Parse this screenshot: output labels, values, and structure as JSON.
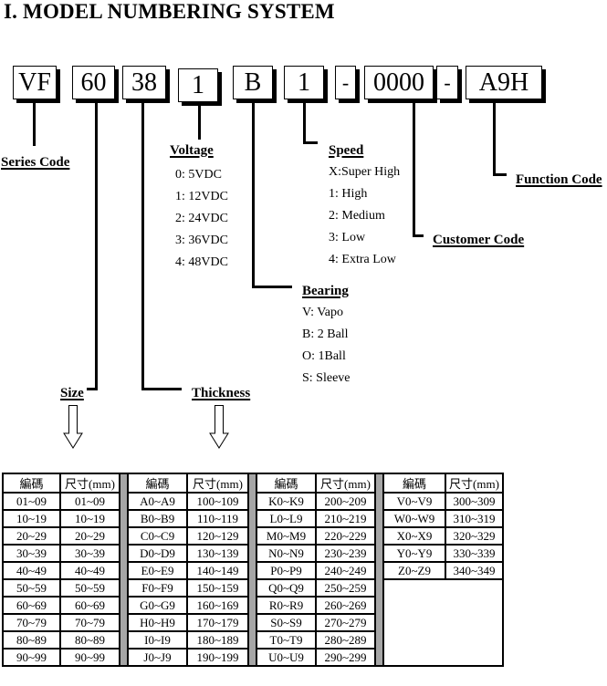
{
  "title": "I.  MODEL NUMBERING SYSTEM",
  "model_code": {
    "segments": [
      {
        "value": "VF",
        "field": "Series Code"
      },
      {
        "value": "60",
        "field": "Size"
      },
      {
        "value": "38",
        "field": "Thickness"
      },
      {
        "value": "1",
        "field": "Voltage"
      },
      {
        "value": "B",
        "field": "Bearing"
      },
      {
        "value": "1",
        "field": "Speed"
      },
      {
        "value": "-",
        "field": "separator"
      },
      {
        "value": "0000",
        "field": "Customer Code"
      },
      {
        "value": "-",
        "field": "separator"
      },
      {
        "value": "A9H",
        "field": "Function Code"
      }
    ]
  },
  "labels": {
    "series_code": "Series Code",
    "voltage": "Voltage",
    "speed": "Speed",
    "customer_code": "Customer Code",
    "function_code": "Function Code",
    "bearing": "Bearing",
    "size": "Size",
    "thickness": "Thickness"
  },
  "voltage_options": [
    "0: 5VDC",
    "1: 12VDC",
    "2: 24VDC",
    "3: 36VDC",
    "4: 48VDC"
  ],
  "speed_options": [
    "X:Super High",
    "1: High",
    "2: Medium",
    "3: Low",
    "4: Extra Low"
  ],
  "bearing_options": [
    "V: Vapo",
    "B: 2 Ball",
    "O: 1Ball",
    "S: Sleeve"
  ],
  "table": {
    "header": {
      "code": "編碼",
      "size": "尺寸(mm)"
    },
    "groups": [
      {
        "rows": [
          [
            "01~09",
            "01~09"
          ],
          [
            "10~19",
            "10~19"
          ],
          [
            "20~29",
            "20~29"
          ],
          [
            "30~39",
            "30~39"
          ],
          [
            "40~49",
            "40~49"
          ],
          [
            "50~59",
            "50~59"
          ],
          [
            "60~69",
            "60~69"
          ],
          [
            "70~79",
            "70~79"
          ],
          [
            "80~89",
            "80~89"
          ],
          [
            "90~99",
            "90~99"
          ]
        ]
      },
      {
        "rows": [
          [
            "A0~A9",
            "100~109"
          ],
          [
            "B0~B9",
            "110~119"
          ],
          [
            "C0~C9",
            "120~129"
          ],
          [
            "D0~D9",
            "130~139"
          ],
          [
            "E0~E9",
            "140~149"
          ],
          [
            "F0~F9",
            "150~159"
          ],
          [
            "G0~G9",
            "160~169"
          ],
          [
            "H0~H9",
            "170~179"
          ],
          [
            "I0~I9",
            "180~189"
          ],
          [
            "J0~J9",
            "190~199"
          ]
        ]
      },
      {
        "rows": [
          [
            "K0~K9",
            "200~209"
          ],
          [
            "L0~L9",
            "210~219"
          ],
          [
            "M0~M9",
            "220~229"
          ],
          [
            "N0~N9",
            "230~239"
          ],
          [
            "P0~P9",
            "240~249"
          ],
          [
            "Q0~Q9",
            "250~259"
          ],
          [
            "R0~R9",
            "260~269"
          ],
          [
            "S0~S9",
            "270~279"
          ],
          [
            "T0~T9",
            "280~289"
          ],
          [
            "U0~U9",
            "290~299"
          ]
        ]
      },
      {
        "rows": [
          [
            "V0~V9",
            "300~309"
          ],
          [
            "W0~W9",
            "310~319"
          ],
          [
            "X0~X9",
            "320~329"
          ],
          [
            "Y0~Y9",
            "330~339"
          ],
          [
            "Z0~Z9",
            "340~349"
          ]
        ]
      }
    ]
  }
}
